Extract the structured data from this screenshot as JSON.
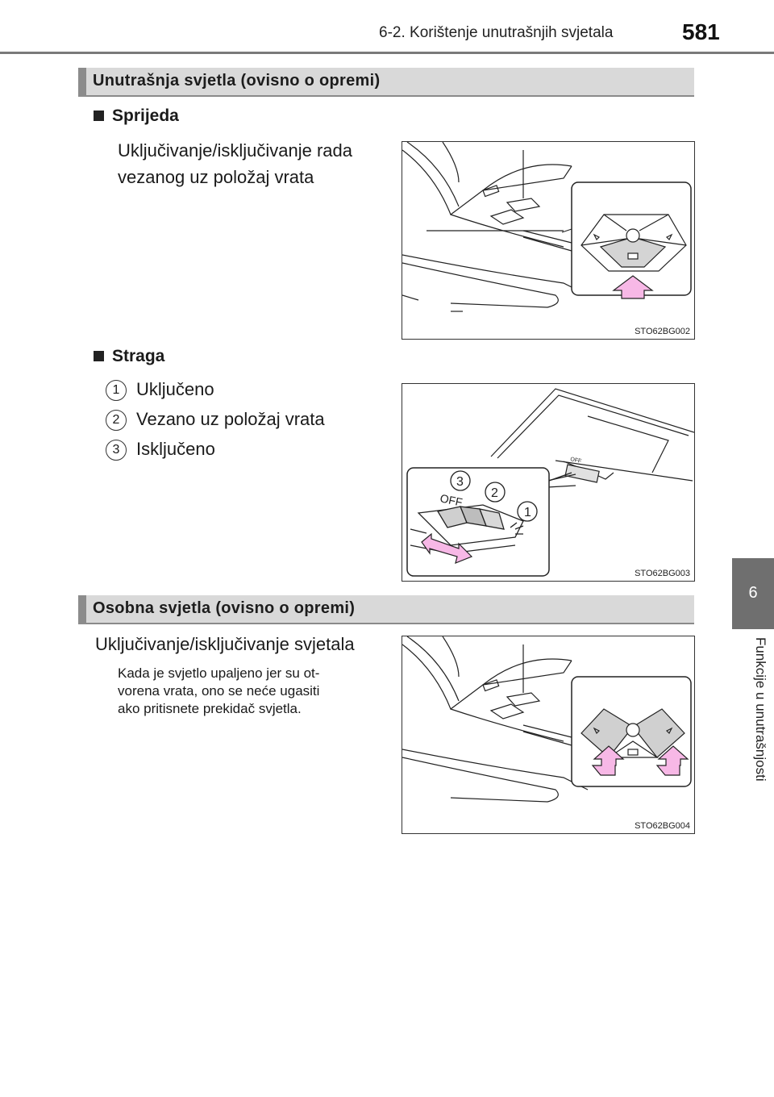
{
  "header": {
    "title": "6-2. Korištenje unutrašnjih svjetala",
    "page_number": "581"
  },
  "side_tab": {
    "chapter_number": "6",
    "chapter_title": "Funkcije u unutrašnjosti"
  },
  "sections": [
    {
      "title": "Unutrašnja svjetla (ovisno o opremi)",
      "front": {
        "subhead": "Sprijeda",
        "text_line1": "Uključivanje/isključivanje rada",
        "text_line2": "vezanog uz položaj vrata",
        "figure_code": "STO62BG002"
      },
      "rear": {
        "subhead": "Straga",
        "items": [
          {
            "num": "1",
            "label": "Uključeno"
          },
          {
            "num": "2",
            "label": "Vezano uz položaj vrata"
          },
          {
            "num": "3",
            "label": "Isključeno"
          }
        ],
        "figure_code": "STO62BG003",
        "figure_labels": {
          "off": "OFF",
          "c1": "1",
          "c2": "2",
          "c3": "3"
        }
      }
    },
    {
      "title": "Osobna svjetla (ovisno o opremi)",
      "text": "Uključivanje/isključivanje svjetala",
      "note_line1": "Kada je svjetlo upaljeno jer su ot-",
      "note_line2": "vorena vrata, ono se neće ugasiti",
      "note_line3": "ako pritisnete prekidač svjetla.",
      "figure_code": "STO62BG004"
    }
  ]
}
